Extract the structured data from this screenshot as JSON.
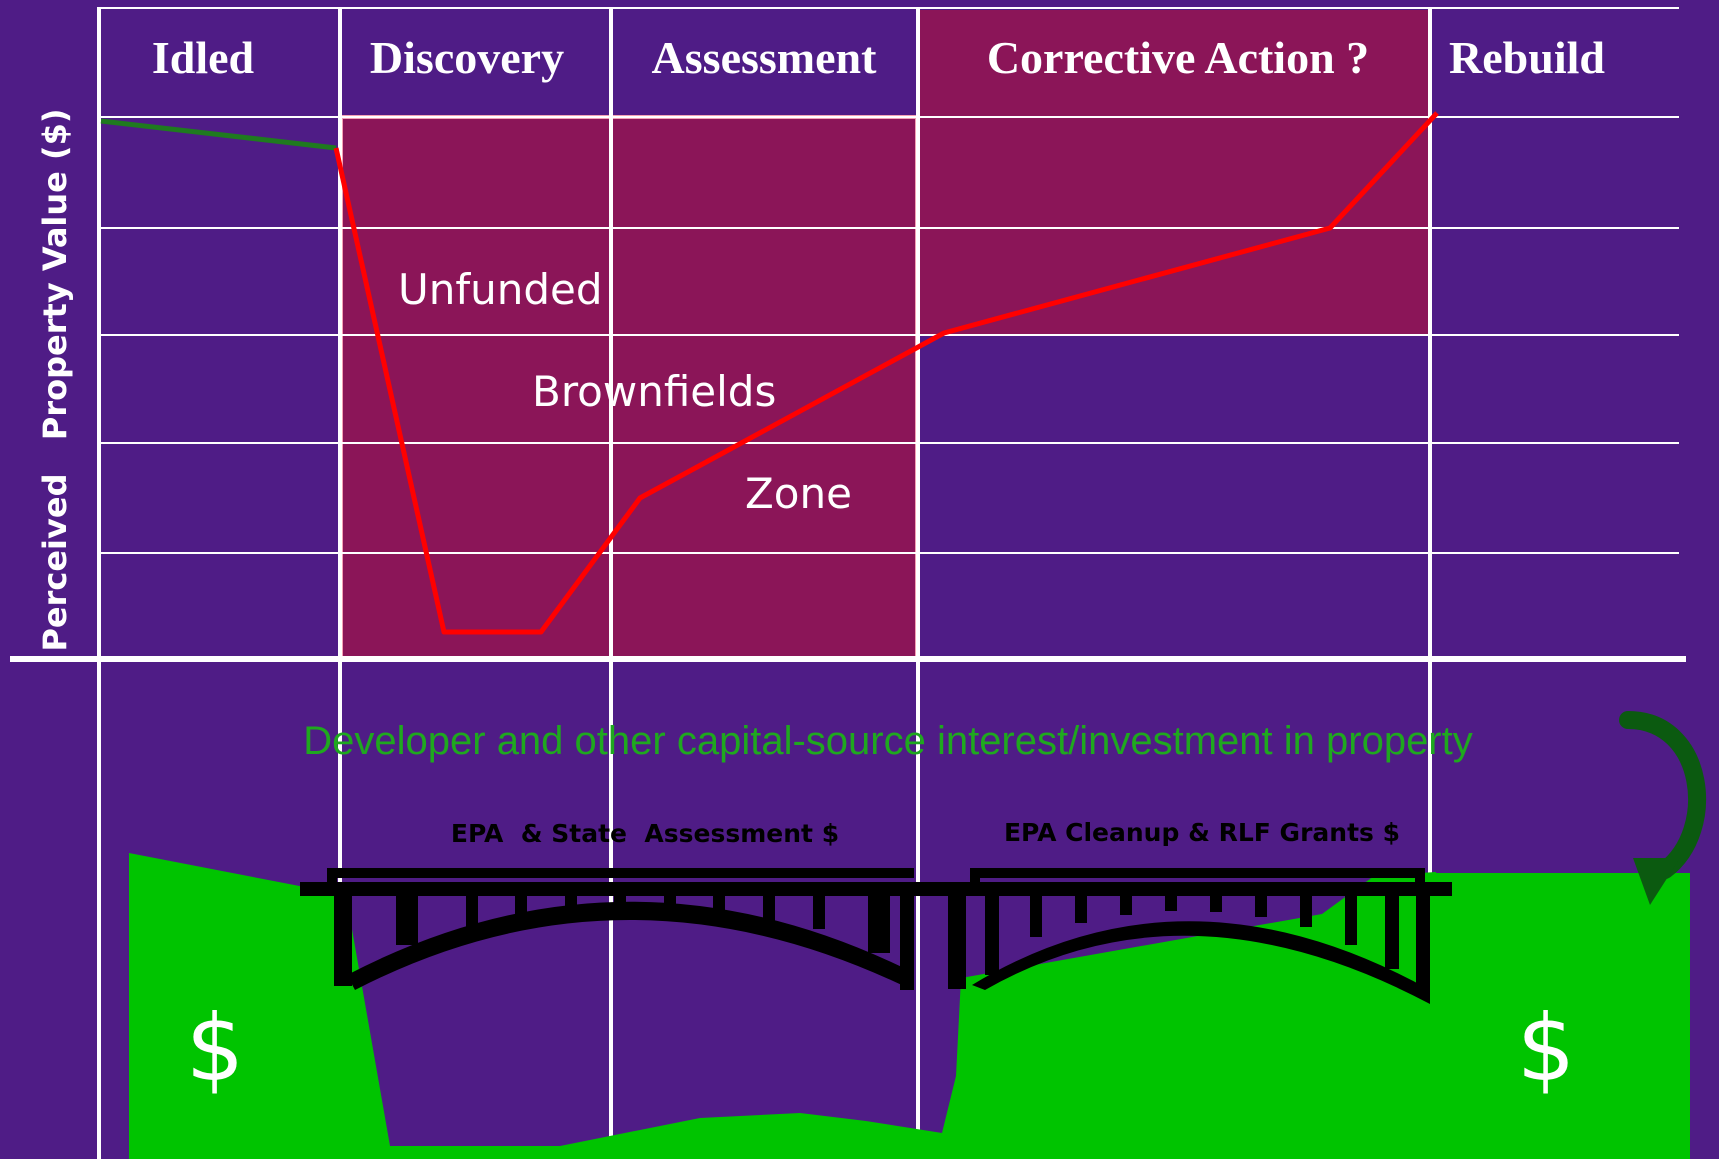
{
  "colors": {
    "background": "#4f1c86",
    "zone_fill": "#8b1558",
    "zone_border": "#f4a0b4",
    "grid": "#ffffff",
    "value_line_falling": "#ff0000",
    "value_line_idle": "#1f7a1f",
    "capital_fill": "#00c400",
    "capital_text": "#1fa81f",
    "arrow": "#0b5a10",
    "bridge": "#000000"
  },
  "phases": [
    {
      "label": "Idled"
    },
    {
      "label": "Discovery"
    },
    {
      "label": "Assessment"
    },
    {
      "label": "Corrective Action ?"
    },
    {
      "label": "Rebuild"
    }
  ],
  "y_axis_label": "Perceived   Property Value ($)",
  "zone": {
    "line1": "Unfunded",
    "line2": "Brownfields",
    "line3": "Zone"
  },
  "capital_interest_label": "Developer and other capital-source interest/investment in property",
  "funding": {
    "assessment": "EPA  & State  Assessment $",
    "cleanup": "EPA Cleanup & RLF Grants $"
  },
  "currency_symbol": "$",
  "icons": {
    "bridge": "arch-bridge-icon",
    "arrow": "curved-arrow-icon"
  }
}
